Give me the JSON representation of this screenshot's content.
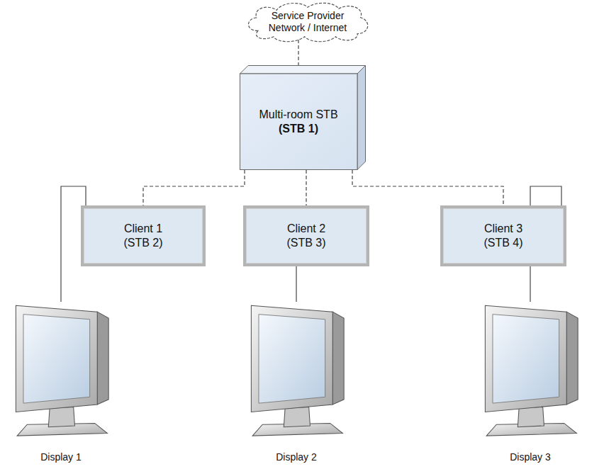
{
  "diagram": {
    "nodes": [
      {
        "text": [
          "Service Provider Network / Internet"
        ]
      },
      {
        "text": [
          "Multi-room STB",
          "(STB 1)"
        ]
      },
      {
        "text": [
          "Client 1",
          "(STB 2)"
        ]
      },
      {
        "text": [
          "Client 2",
          "(STB 3)"
        ]
      },
      {
        "text": [
          "Client 3",
          "(STB 4)"
        ]
      },
      {
        "text": [
          "Display 1"
        ]
      },
      {
        "text": [
          "Display 2"
        ]
      },
      {
        "text": [
          "Display 3"
        ]
      }
    ],
    "edges": [
      {
        "from": 0,
        "to": 1,
        "arrow": "none"
      },
      {
        "from": 1,
        "to": 2,
        "arrow": "none"
      },
      {
        "from": 1,
        "to": 3,
        "arrow": "none"
      },
      {
        "from": 1,
        "to": 4,
        "arrow": "none"
      },
      {
        "from": 2,
        "to": 5,
        "arrow": "none"
      },
      {
        "from": 3,
        "to": 6,
        "arrow": "none"
      },
      {
        "from": 4,
        "to": 7,
        "arrow": "none"
      }
    ]
  }
}
